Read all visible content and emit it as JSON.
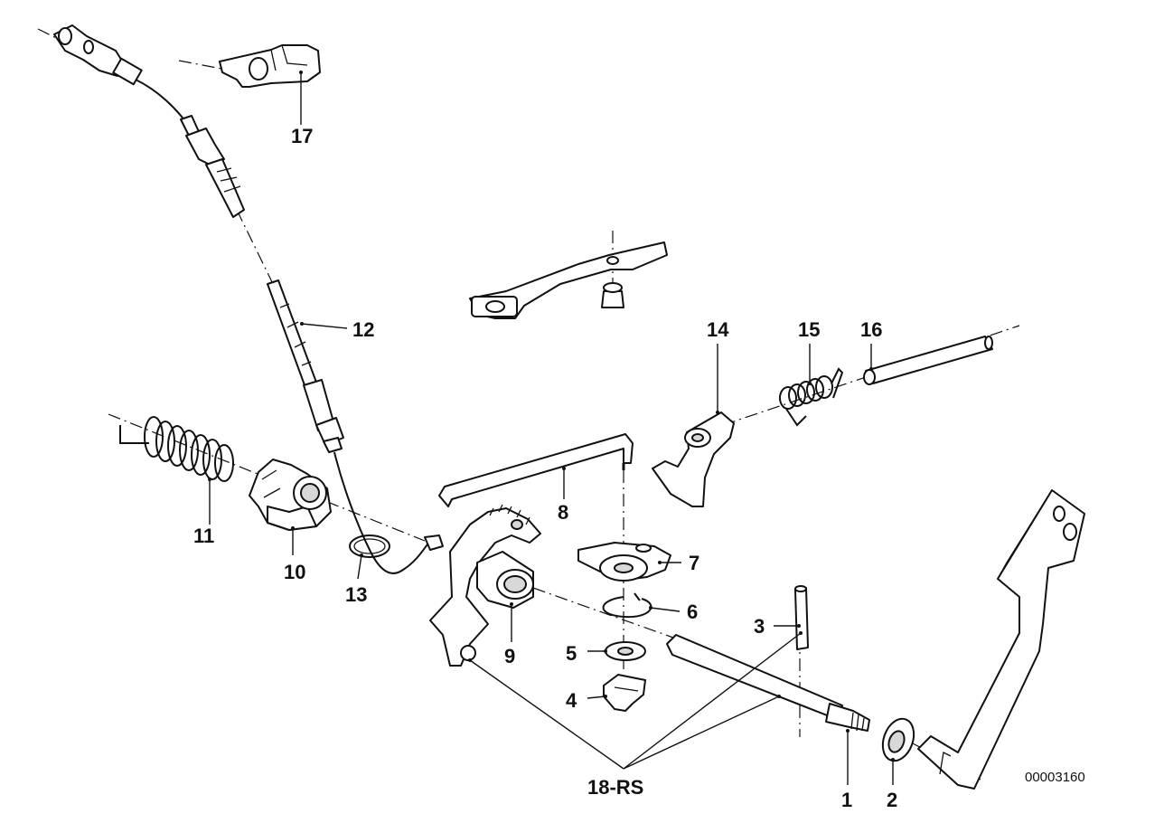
{
  "diagram": {
    "reference_number": "00003160",
    "callouts": [
      {
        "id": "1",
        "label": "1"
      },
      {
        "id": "2",
        "label": "2"
      },
      {
        "id": "3",
        "label": "3"
      },
      {
        "id": "4",
        "label": "4"
      },
      {
        "id": "5",
        "label": "5"
      },
      {
        "id": "6",
        "label": "6"
      },
      {
        "id": "7",
        "label": "7"
      },
      {
        "id": "8",
        "label": "8"
      },
      {
        "id": "9",
        "label": "9"
      },
      {
        "id": "10",
        "label": "10"
      },
      {
        "id": "11",
        "label": "11"
      },
      {
        "id": "12",
        "label": "12"
      },
      {
        "id": "13",
        "label": "13"
      },
      {
        "id": "14",
        "label": "14"
      },
      {
        "id": "15",
        "label": "15"
      },
      {
        "id": "16",
        "label": "16"
      },
      {
        "id": "17",
        "label": "17"
      },
      {
        "id": "18",
        "label": "18-RS"
      }
    ]
  }
}
